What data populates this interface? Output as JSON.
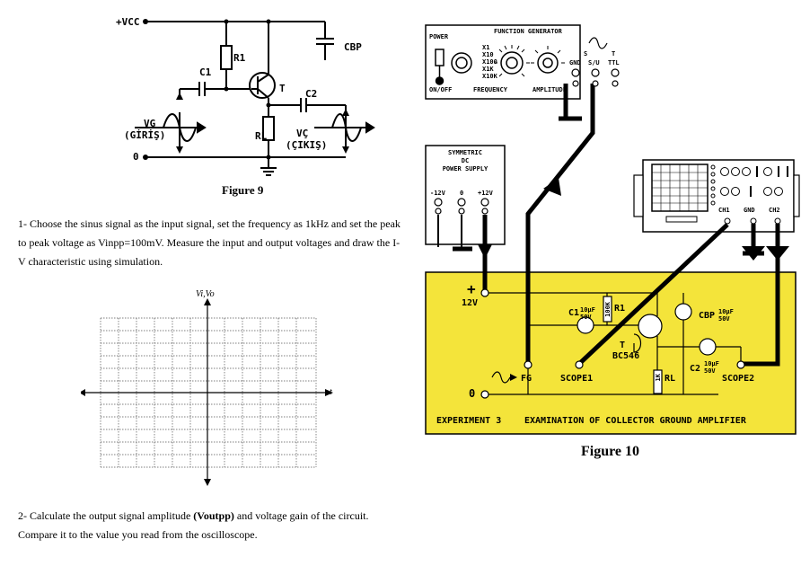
{
  "figure9": {
    "caption": "Figure 9",
    "labels": {
      "vcc": "+VCC",
      "r1": "R1",
      "cbp": "CBP",
      "c1": "C1",
      "t": "T",
      "c2": "C2",
      "vg": "VG",
      "giris": "(GİRİŞ)",
      "rl": "RL",
      "vc": "VÇ",
      "cikis": "(ÇIKIŞ)",
      "ground": "0"
    }
  },
  "question1": {
    "text": "1- Choose the sinus signal as the input signal, set the frequency as 1kHz and set the peak to peak voltage as Vinpp=100mV. Measure the input and output voltages and draw the I-V characteristic using simulation."
  },
  "graph": {
    "y_axis_label": "Vi,Vo",
    "x_axis_label": "t"
  },
  "question2": {
    "prefix": "2- Calculate the output signal amplitude ",
    "bold": "(Voutpp)",
    "suffix": " and voltage gain of the circuit. Compare it to the value you read from the oscilloscope."
  },
  "figure10": {
    "caption": "Figure 10",
    "function_generator": {
      "title": "FUNCTION GENERATOR",
      "power": "POWER",
      "on_off": "ON/OFF",
      "ranges": [
        "X1",
        "X10",
        "X100",
        "X1K",
        "X10K"
      ],
      "frequency": "FREQUENCY",
      "amplitude": "AMPLITUDE",
      "gnd": "GND",
      "su": "S/U",
      "ttl": "TTL",
      "s": "S",
      "t": "T"
    },
    "power_supply": {
      "title_line1": "SYMMETRIC",
      "title_line2": "DC",
      "title_line3": "POWER SUPPLY",
      "terminals": [
        "-12V",
        "0",
        "+12V"
      ]
    },
    "oscilloscope": {
      "ch1": "CH1",
      "gnd": "GND",
      "ch2": "CH2"
    },
    "board": {
      "plus": "+",
      "v12": "12V",
      "c1": "C1",
      "c1_val1": "10µF",
      "c1_val2": "50V",
      "r1": "R1",
      "r1_val": "100K",
      "cbp": "CBP",
      "cbp_val1": "10µF",
      "cbp_val2": "50V",
      "t": "T",
      "bc546": "BC546",
      "c2": "C2",
      "c2_val1": "10µF",
      "c2_val2": "50V",
      "rl": "RL",
      "rl_val": "1K",
      "fg": "FG",
      "scope1": "SCOPE1",
      "scope2": "SCOPE2",
      "zero": "0",
      "experiment": "EXPERIMENT 3",
      "title": "EXAMINATION OF COLLECTOR GROUND AMPLIFIER"
    }
  }
}
